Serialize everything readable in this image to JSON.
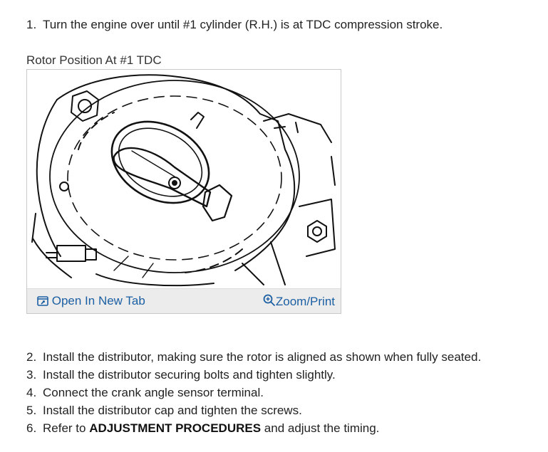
{
  "steps": [
    {
      "num": "1.",
      "text": "Turn the engine over until #1 cylinder (R.H.) is at TDC compression stroke."
    },
    {
      "num": "2.",
      "text": "Install the distributor, making sure the rotor is aligned as shown when fully seated."
    },
    {
      "num": "3.",
      "text": "Install the distributor securing bolts and tighten slightly."
    },
    {
      "num": "4.",
      "text": "Connect the crank angle sensor terminal."
    },
    {
      "num": "5.",
      "text": "Install the distributor cap and tighten the screws."
    },
    {
      "num": "6.",
      "text_before": "Refer to ",
      "bold": "ADJUSTMENT PROCEDURES",
      "text_after": " and adjust the timing."
    }
  ],
  "figure": {
    "caption": "Rotor Position At #1 TDC",
    "open_tab_label": "Open In New Tab",
    "zoom_label": "Zoom/Print",
    "open_tab_icon": "open-new-tab-icon",
    "zoom_icon": "magnifier-plus-icon"
  },
  "colors": {
    "link": "#1b5fa3",
    "text": "#222222",
    "bar": "#ececec"
  }
}
